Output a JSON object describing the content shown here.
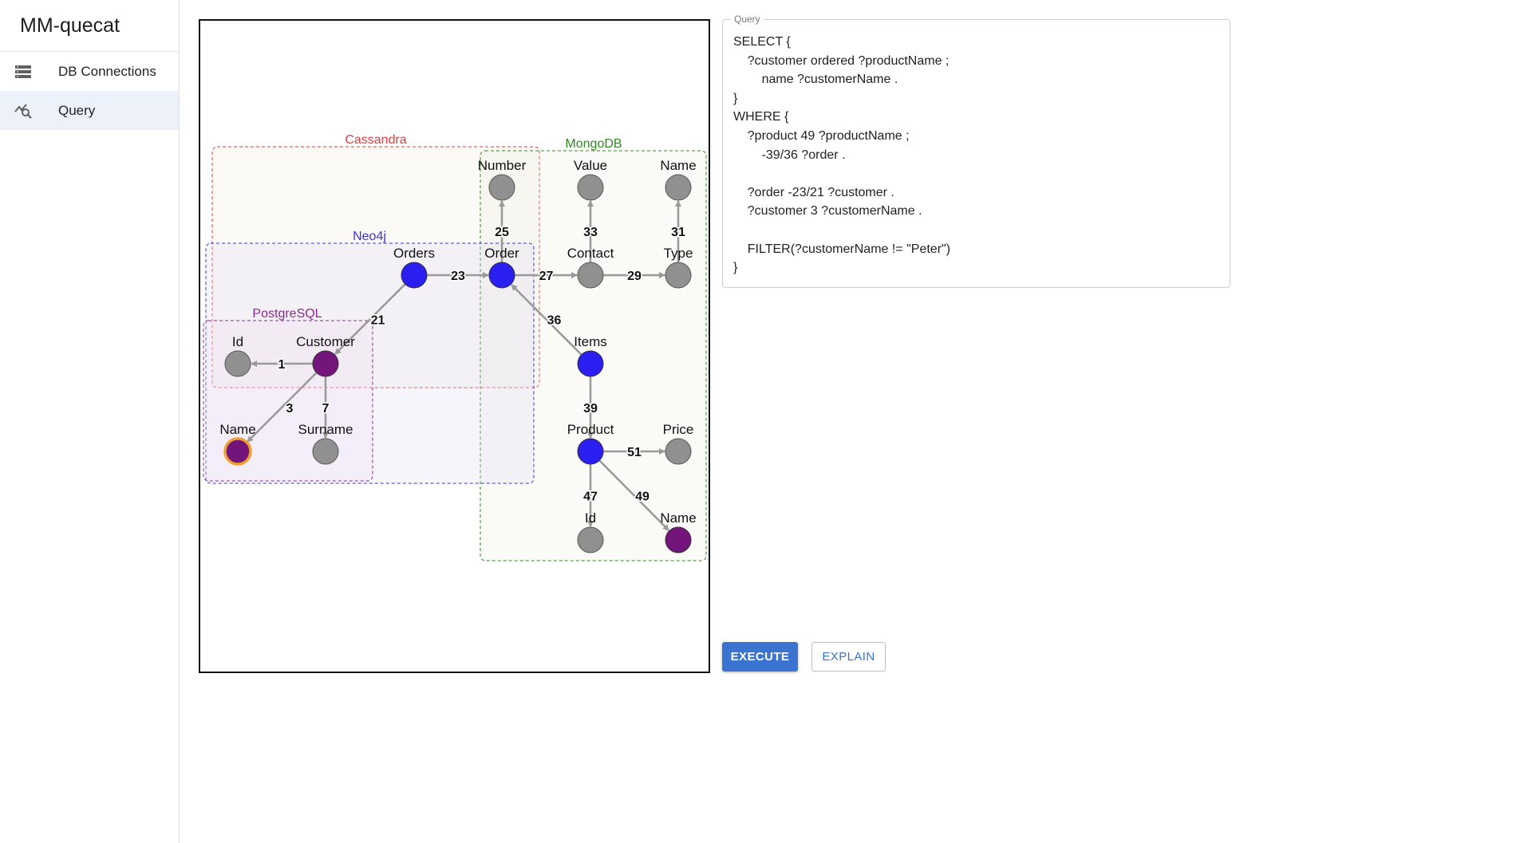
{
  "app": {
    "title": "MM-quecat"
  },
  "sidebar": {
    "items": [
      {
        "label": "DB Connections",
        "icon": "database-list-icon",
        "active": false
      },
      {
        "label": "Query",
        "icon": "query-chart-search-icon",
        "active": true
      }
    ]
  },
  "graph": {
    "regions": [
      {
        "id": "cassandra",
        "label": "Cassandra",
        "color": "#e53b3b"
      },
      {
        "id": "mongodb",
        "label": "MongoDB",
        "color": "#2e8b1f"
      },
      {
        "id": "neo4j",
        "label": "Neo4j",
        "color": "#3a35d8"
      },
      {
        "id": "postgresql",
        "label": "PostgreSQL",
        "color": "#8a2a8f"
      }
    ],
    "nodes": [
      {
        "id": "number",
        "label": "Number",
        "kind": "attribute"
      },
      {
        "id": "value",
        "label": "Value",
        "kind": "attribute"
      },
      {
        "id": "name_contact",
        "label": "Name",
        "kind": "attribute"
      },
      {
        "id": "orders",
        "label": "Orders",
        "kind": "entity"
      },
      {
        "id": "order",
        "label": "Order",
        "kind": "entity"
      },
      {
        "id": "contact",
        "label": "Contact",
        "kind": "attribute"
      },
      {
        "id": "type",
        "label": "Type",
        "kind": "attribute"
      },
      {
        "id": "id_customer",
        "label": "Id",
        "kind": "attribute"
      },
      {
        "id": "customer",
        "label": "Customer",
        "kind": "selected"
      },
      {
        "id": "items",
        "label": "Items",
        "kind": "entity"
      },
      {
        "id": "name_customer",
        "label": "Name",
        "kind": "selected-highlight"
      },
      {
        "id": "surname",
        "label": "Surname",
        "kind": "attribute"
      },
      {
        "id": "product",
        "label": "Product",
        "kind": "entity"
      },
      {
        "id": "price",
        "label": "Price",
        "kind": "attribute"
      },
      {
        "id": "id_product",
        "label": "Id",
        "kind": "attribute"
      },
      {
        "id": "name_product",
        "label": "Name",
        "kind": "selected"
      }
    ],
    "edges": [
      {
        "from": "order",
        "to": "number",
        "label": "25"
      },
      {
        "from": "contact",
        "to": "value",
        "label": "33"
      },
      {
        "from": "type",
        "to": "name_contact",
        "label": "31"
      },
      {
        "from": "orders",
        "to": "order",
        "label": "23"
      },
      {
        "from": "order",
        "to": "contact",
        "label": "27"
      },
      {
        "from": "contact",
        "to": "type",
        "label": "29"
      },
      {
        "from": "orders",
        "to": "customer",
        "label": "21"
      },
      {
        "from": "items",
        "to": "order",
        "label": "36"
      },
      {
        "from": "customer",
        "to": "id_customer",
        "label": "1"
      },
      {
        "from": "customer",
        "to": "name_customer",
        "label": "3"
      },
      {
        "from": "customer",
        "to": "surname",
        "label": "7"
      },
      {
        "from": "items",
        "to": "product",
        "label": "39"
      },
      {
        "from": "product",
        "to": "price",
        "label": "51"
      },
      {
        "from": "product",
        "to": "id_product",
        "label": "47"
      },
      {
        "from": "product",
        "to": "name_product",
        "label": "49"
      }
    ],
    "colors": {
      "attribute": "#909090",
      "entity": "#2a1ff0",
      "selected": "#73157a",
      "highlight": "#f0a030",
      "edge": "#999999"
    }
  },
  "query": {
    "legend": "Query",
    "text": "SELECT {\n    ?customer ordered ?productName ;\n        name ?customerName .\n}\nWHERE {\n    ?product 49 ?productName ;\n        -39/36 ?order .\n\n    ?order -23/21 ?customer .\n    ?customer 3 ?customerName .\n\n    FILTER(?customerName != \"Peter\")\n}"
  },
  "actions": {
    "execute_label": "EXECUTE",
    "explain_label": "EXPLAIN"
  }
}
